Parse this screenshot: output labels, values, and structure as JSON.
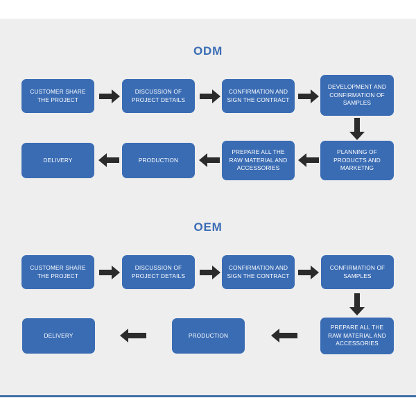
{
  "page": {
    "background_color": "#eeeeee",
    "accent_color": "#3a6cb4",
    "arrow_color": "#2b2b2b",
    "box_text_color": "#ffffff"
  },
  "sections": [
    {
      "id": "odm",
      "title": "ODM",
      "rows": [
        {
          "direction": "right",
          "boxes": [
            "CUSTOMER SHARE THE PROJECT",
            "DISCUSSION OF PROJECT DETAILS",
            "CONFIRMATION AND SIGN THE CONTRACT",
            "DEVELOPMENT AND CONFIRMATION OF SAMPLES"
          ]
        },
        {
          "direction": "left",
          "boxes": [
            "DELIVERY",
            "PRODUCTION",
            "PREPARE ALL THE RAW MATERIAL AND ACCESSORIES",
            "PLANNING OF PRODUCTS AND MARKETNG"
          ]
        }
      ]
    },
    {
      "id": "oem",
      "title": "OEM",
      "rows": [
        {
          "direction": "right",
          "boxes": [
            "CUSTOMER SHARE THE PROJECT",
            "DISCUSSION OF PROJECT DETAILS",
            "CONFIRMATION AND SIGN THE CONTRACT",
            "CONFIRMATION OF SAMPLES"
          ]
        },
        {
          "direction": "left",
          "boxes": [
            "DELIVERY",
            "PRODUCTION",
            "PREPARE ALL THE RAW MATERIAL AND ACCESSORIES"
          ]
        }
      ]
    }
  ],
  "boxes": {
    "odm_r1_b1": {
      "lines": [
        "CUSTOMER SHARE",
        "THE PROJECT"
      ]
    },
    "odm_r1_b2": {
      "lines": [
        "DISCUSSION OF",
        "PROJECT DETAILS"
      ]
    },
    "odm_r1_b3": {
      "lines": [
        "CONFIRMATION AND",
        "SIGN THE CONTRACT"
      ]
    },
    "odm_r1_b4": {
      "lines": [
        "DEVELOPMENT AND",
        "CONFIRMATION OF",
        "SAMPLES"
      ]
    },
    "odm_r2_b1": {
      "lines": [
        "DELIVERY"
      ]
    },
    "odm_r2_b2": {
      "lines": [
        "PRODUCTION"
      ]
    },
    "odm_r2_b3": {
      "lines": [
        "PREPARE ALL THE",
        "RAW MATERIAL AND",
        "ACCESSORIES"
      ]
    },
    "odm_r2_b4": {
      "lines": [
        "PLANNING OF",
        "PRODUCTS AND",
        "MARKETNG"
      ]
    },
    "oem_r1_b1": {
      "lines": [
        "CUSTOMER SHARE",
        "THE PROJECT"
      ]
    },
    "oem_r1_b2": {
      "lines": [
        "DISCUSSION OF",
        "PROJECT DETAILS"
      ]
    },
    "oem_r1_b3": {
      "lines": [
        "CONFIRMATION AND",
        "SIGN THE CONTRACT"
      ]
    },
    "oem_r1_b4": {
      "lines": [
        "CONFIRMATION OF",
        "SAMPLES"
      ]
    },
    "oem_r2_b1": {
      "lines": [
        "DELIVERY"
      ]
    },
    "oem_r2_b2": {
      "lines": [
        "PRODUCTION"
      ]
    },
    "oem_r2_b3": {
      "lines": [
        "PREPARE ALL THE",
        "RAW MATERIAL AND",
        "ACCESSORIES"
      ]
    }
  },
  "titles": {
    "odm": "ODM",
    "oem": "OEM"
  }
}
